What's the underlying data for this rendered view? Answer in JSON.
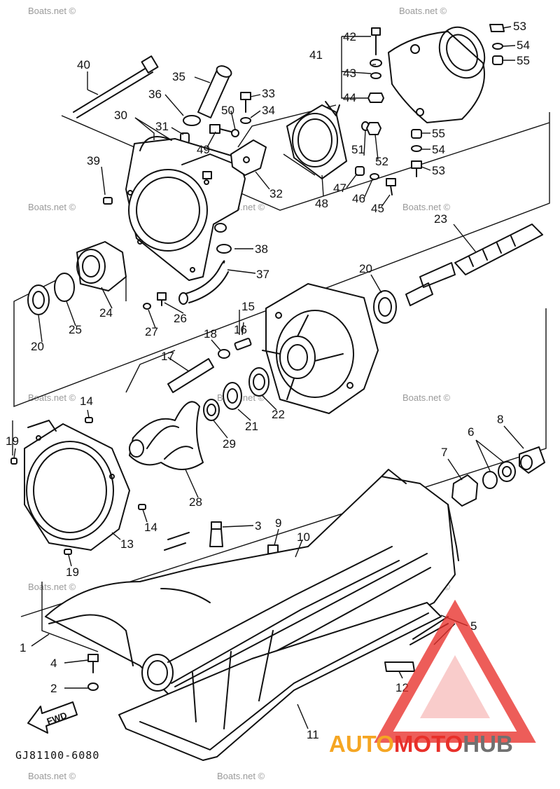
{
  "diagram": {
    "part_code": "GJ81100-6080",
    "direction_label": "FWD",
    "watermark": "Boats.net ©",
    "logo": {
      "part1": "AUTO",
      "part2": "MOTO",
      "part3": "HUB"
    },
    "colors": {
      "line": "#111111",
      "logo_orange": "#f5a623",
      "logo_red": "#e8302a",
      "logo_gray": "#707070",
      "watermark": "#9a9a9a"
    },
    "callouts": {
      "c1": "1",
      "c2": "2",
      "c3": "3",
      "c4": "4",
      "c5": "5",
      "c6": "6",
      "c7": "7",
      "c8": "8",
      "c9": "9",
      "c10": "10",
      "c11": "11",
      "c12": "12",
      "c13": "13",
      "c14a": "14",
      "c14b": "14",
      "c15": "15",
      "c16": "16",
      "c17": "17",
      "c18": "18",
      "c19a": "19",
      "c19b": "19",
      "c20a": "20",
      "c20b": "20",
      "c21": "21",
      "c22": "22",
      "c23": "23",
      "c24": "24",
      "c25": "25",
      "c26": "26",
      "c27": "27",
      "c28": "28",
      "c29": "29",
      "c30": "30",
      "c31": "31",
      "c32": "32",
      "c33": "33",
      "c34": "34",
      "c35": "35",
      "c36": "36",
      "c37": "37",
      "c38": "38",
      "c39": "39",
      "c40": "40",
      "c41": "41",
      "c42": "42",
      "c43": "43",
      "c44": "44",
      "c45": "45",
      "c46": "46",
      "c47": "47",
      "c48": "48",
      "c49": "49",
      "c50": "50",
      "c51": "51",
      "c52": "52",
      "c53a": "53",
      "c53b": "53",
      "c54a": "54",
      "c54b": "54",
      "c55a": "55",
      "c55b": "55"
    }
  }
}
